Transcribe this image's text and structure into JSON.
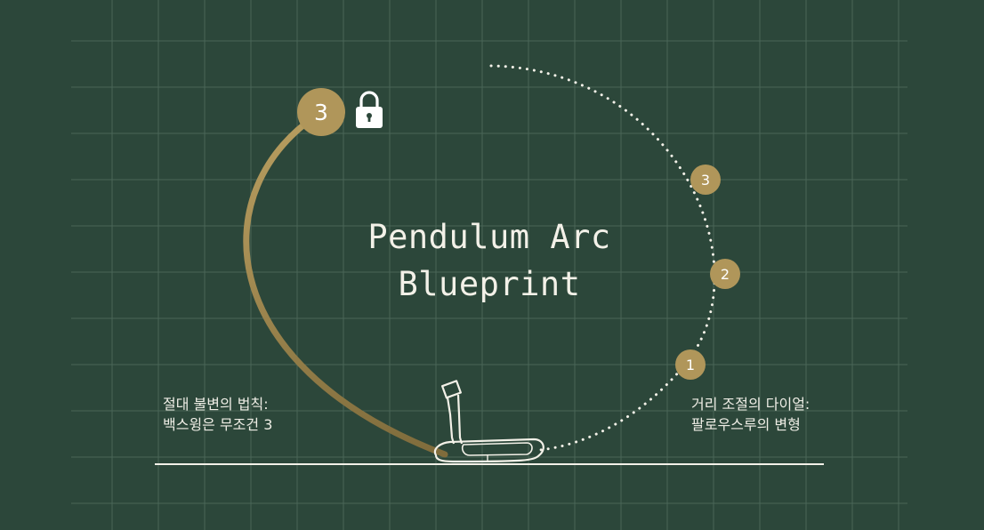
{
  "title": {
    "line1": "Pendulum Arc",
    "line2": "Blueprint"
  },
  "backswing": {
    "badge": "3",
    "lock_icon": "lock-icon",
    "note_line1": "절대 불변의 법칙:",
    "note_line2": "백스윙은 무조건 3"
  },
  "followthrough": {
    "markers": [
      "3",
      "2",
      "1"
    ],
    "note_line1": "거리 조절의 다이얼:",
    "note_line2": "팔로우스루의 변형"
  },
  "icons": {
    "putter": "putter-icon"
  },
  "colors": {
    "background": "#2c473a",
    "grid": "#4a6657",
    "gold": "#b0965a",
    "white": "#f3f1e8"
  }
}
